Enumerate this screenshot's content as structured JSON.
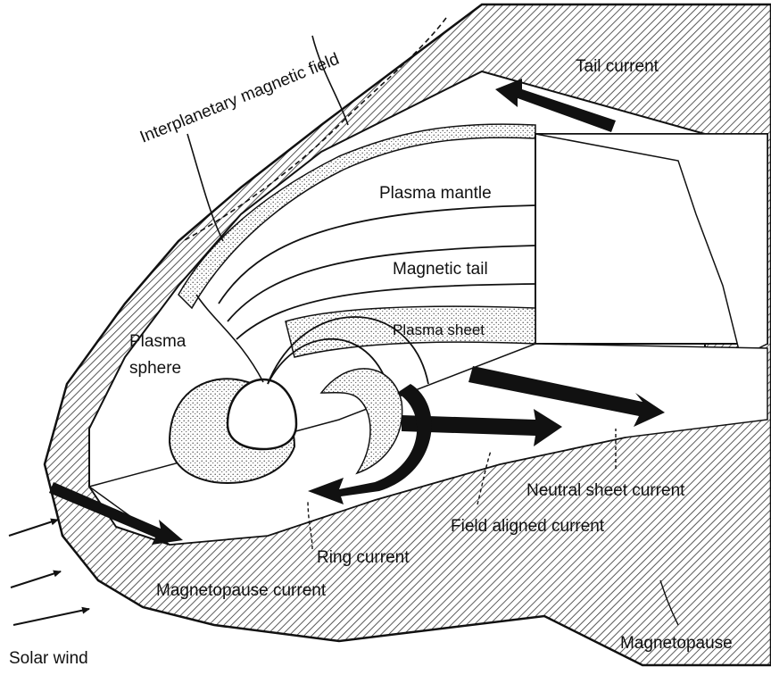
{
  "diagram": {
    "labels": {
      "interplanetary_field": "Interplanetary magnetic field",
      "tail_current": "Tail current",
      "plasma_mantle": "Plasma mantle",
      "magnetic_tail": "Magnetic tail",
      "plasma_sheet": "Plasma sheet",
      "plasma_sphere_line1": "Plasma",
      "plasma_sphere_line2": "sphere",
      "neutral_sheet_current": "Neutral sheet current",
      "field_aligned_current": "Field aligned current",
      "ring_current": "Ring current",
      "magnetopause_current": "Magnetopause current",
      "magnetopause": "Magnetopause",
      "solar_wind": "Solar wind"
    },
    "colors": {
      "ink": "#111111",
      "hatch": "#333333",
      "stipple": "#555555",
      "background": "#ffffff"
    }
  }
}
